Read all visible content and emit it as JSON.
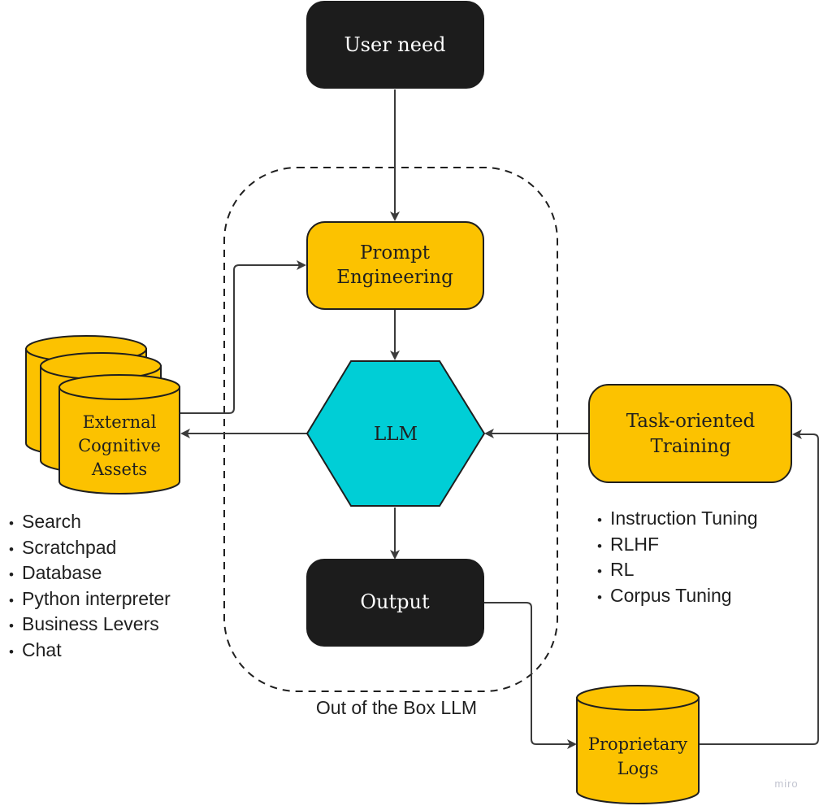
{
  "colors": {
    "dark_node": "#1c1c1c",
    "yellow_node": "#fcc200",
    "llm_node": "#00ced6",
    "stroke": "#1f1f1f",
    "edge": "#3b3b3b"
  },
  "nodes": {
    "user_need": {
      "label": "User need"
    },
    "prompt_engineering": {
      "lines": [
        "Prompt",
        "Engineering"
      ]
    },
    "llm": {
      "label": "LLM"
    },
    "output": {
      "label": "Output"
    },
    "external_assets": {
      "lines": [
        "External",
        "Cognitive",
        "Assets"
      ]
    },
    "task_training": {
      "lines": [
        "Task-oriented",
        "Training"
      ]
    },
    "proprietary_logs": {
      "lines": [
        "Proprietary",
        "Logs"
      ]
    }
  },
  "group": {
    "label": "Out of the Box LLM"
  },
  "external_assets_list": [
    "Search",
    "Scratchpad",
    "Database",
    "Python interpreter",
    "Business Levers",
    "Chat"
  ],
  "training_list": [
    "Instruction Tuning",
    "RLHF",
    "RL",
    "Corpus Tuning"
  ],
  "bullet": "•",
  "edges": [
    {
      "from": "user_need",
      "to": "prompt_engineering"
    },
    {
      "from": "prompt_engineering",
      "to": "llm"
    },
    {
      "from": "llm",
      "to": "output"
    },
    {
      "from": "llm",
      "to": "external_assets"
    },
    {
      "from": "external_assets",
      "to": "prompt_engineering"
    },
    {
      "from": "task_training",
      "to": "llm"
    },
    {
      "from": "output",
      "to": "proprietary_logs"
    },
    {
      "from": "proprietary_logs",
      "to": "task_training"
    }
  ],
  "watermark": "miro"
}
